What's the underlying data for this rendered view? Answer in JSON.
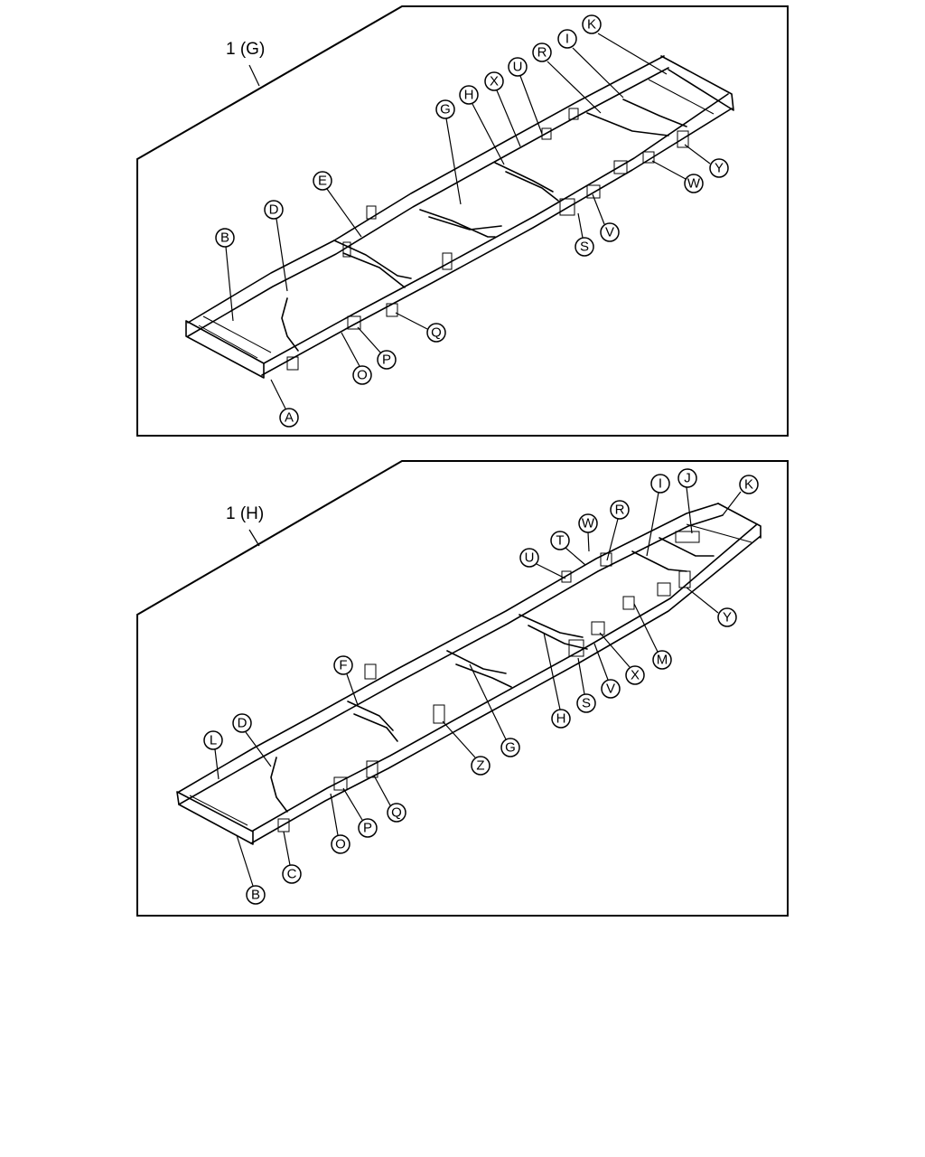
{
  "panels": [
    {
      "label": "1 (G)",
      "callouts": [
        "K",
        "I",
        "R",
        "U",
        "X",
        "H",
        "G",
        "E",
        "D",
        "B",
        "A",
        "O",
        "P",
        "Q",
        "S",
        "V",
        "W",
        "Y"
      ]
    },
    {
      "label": "1 (H)",
      "callouts": [
        "I",
        "J",
        "K",
        "R",
        "W",
        "T",
        "U",
        "F",
        "D",
        "L",
        "B",
        "C",
        "O",
        "P",
        "Q",
        "Z",
        "G",
        "H",
        "S",
        "V",
        "X",
        "M",
        "Y"
      ]
    }
  ]
}
